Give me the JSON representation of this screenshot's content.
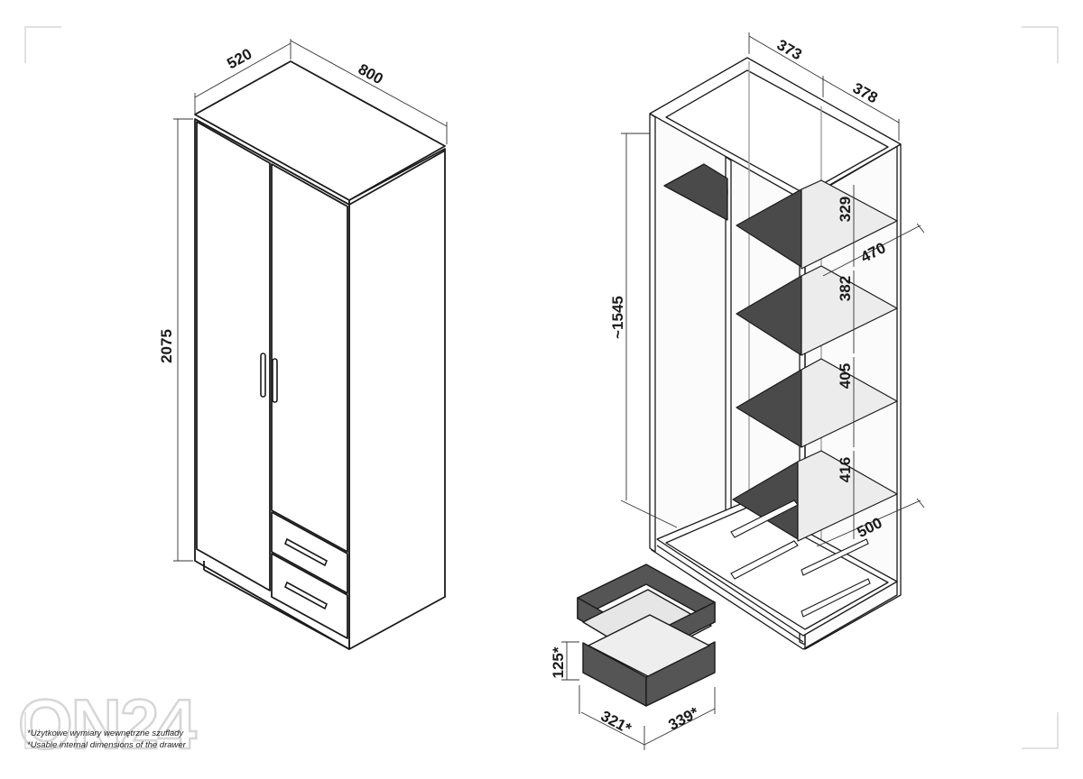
{
  "dimensions": {
    "depth_outer": "520",
    "width_outer": "800",
    "height_outer": "2075",
    "compartment_left": "373",
    "compartment_right": "378",
    "shelf_gap_1": "329",
    "shelf_depth": "470",
    "shelf_gap_2": "382",
    "shelf_gap_3": "405",
    "shelf_gap_4": "416",
    "inner_depth": "500",
    "hanging_height": "~1545",
    "drawer_height": "125*",
    "drawer_width": "321*",
    "drawer_depth": "339*"
  },
  "notes": {
    "polish": "*Użytkowe wymiary wewnętrzne szuflady",
    "english": "*Usable internal dimensions of the drawer"
  },
  "watermark": "ON24",
  "colors": {
    "line": "#1a1a1a",
    "shelf_fill": "#4a4a4a",
    "glass_fill": "#e9e9e9",
    "watermark": "#d6d6d6"
  }
}
